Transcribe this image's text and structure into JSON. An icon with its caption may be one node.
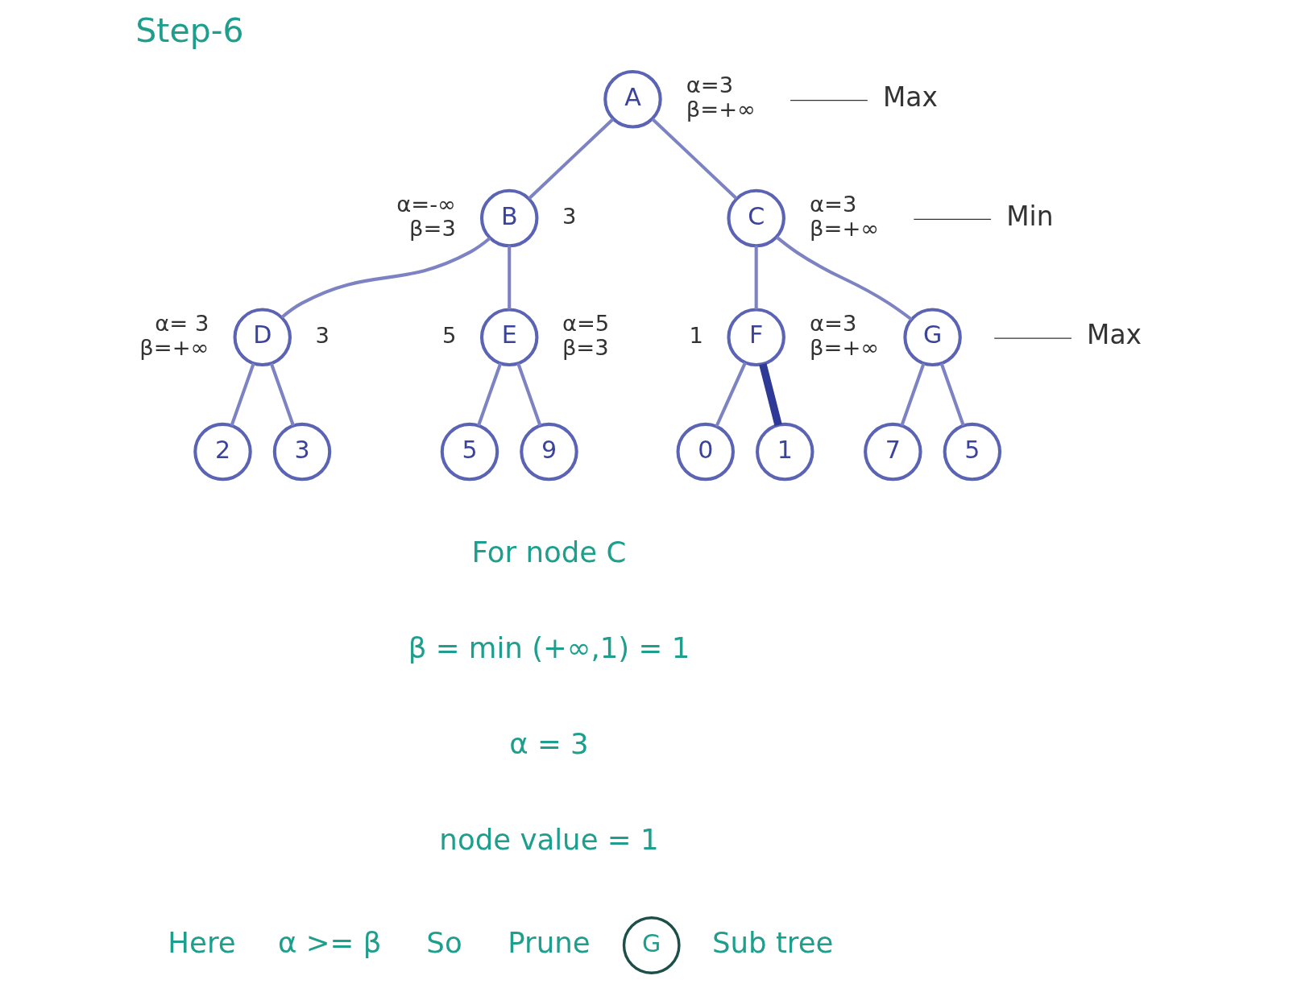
{
  "diagram": {
    "title": "Step-6",
    "nodes": [
      {
        "text": [
          "A"
        ],
        "beside": [
          "α=3",
          "β=+∞"
        ]
      },
      {
        "text": [
          "B"
        ],
        "beside": [
          "α=-∞",
          "β=3",
          "3"
        ]
      },
      {
        "text": [
          "C"
        ],
        "beside": [
          "α=3",
          "β=+∞"
        ]
      },
      {
        "text": [
          "D"
        ],
        "beside": [
          "α= 3",
          "β=+∞",
          "3"
        ]
      },
      {
        "text": [
          "E"
        ],
        "beside": [
          "5",
          "α=5",
          "β=3"
        ]
      },
      {
        "text": [
          "F"
        ],
        "beside": [
          "1",
          "α=3",
          "β=+∞"
        ]
      },
      {
        "text": [
          "G"
        ]
      },
      {
        "text": [
          "2"
        ]
      },
      {
        "text": [
          "3"
        ]
      },
      {
        "text": [
          "5"
        ]
      },
      {
        "text": [
          "9"
        ]
      },
      {
        "text": [
          "0"
        ]
      },
      {
        "text": [
          "1"
        ]
      },
      {
        "text": [
          "7"
        ]
      },
      {
        "text": [
          "5"
        ]
      },
      {
        "text": [
          "G"
        ]
      }
    ],
    "edges": [
      {
        "from": 0,
        "to": 1,
        "arrow": "none"
      },
      {
        "from": 0,
        "to": 2,
        "arrow": "none"
      },
      {
        "from": 1,
        "to": 3,
        "arrow": "none"
      },
      {
        "from": 1,
        "to": 4,
        "arrow": "none"
      },
      {
        "from": 2,
        "to": 5,
        "arrow": "none"
      },
      {
        "from": 2,
        "to": 6,
        "arrow": "none"
      },
      {
        "from": 3,
        "to": 7,
        "arrow": "none"
      },
      {
        "from": 3,
        "to": 8,
        "arrow": "none"
      },
      {
        "from": 4,
        "to": 9,
        "arrow": "none"
      },
      {
        "from": 4,
        "to": 10,
        "arrow": "none"
      },
      {
        "from": 5,
        "to": 11,
        "arrow": "none"
      },
      {
        "from": 5,
        "to": 12,
        "arrow": "none",
        "style": "thick",
        "color": "#2e3a95"
      },
      {
        "from": 6,
        "to": 13,
        "arrow": "none"
      },
      {
        "from": 6,
        "to": 14,
        "arrow": "none"
      }
    ],
    "labels": [
      "Max",
      "Min",
      "Max",
      "For node C",
      "β = min (+∞,1) = 1",
      "α = 3",
      "node value = 1",
      "Here",
      "α >= β",
      "So",
      "Prune",
      "Sub tree"
    ]
  }
}
